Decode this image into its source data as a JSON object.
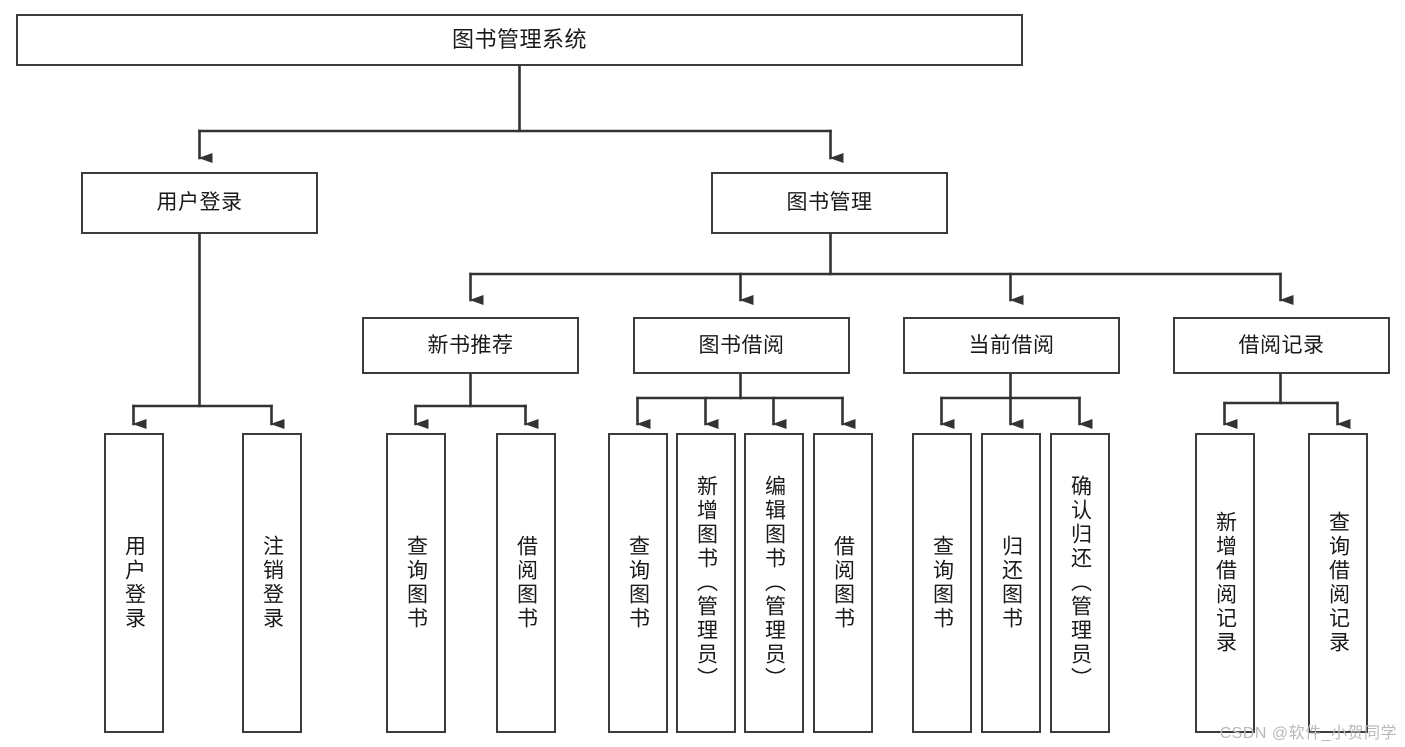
{
  "diagram": {
    "title": "图书管理系统",
    "type": "tree",
    "watermark": "CSDN @软件_小贺同学",
    "colors": {
      "box_border": "#3c3c3c",
      "box_fill": "#ffffff",
      "connector": "#333333",
      "text": "#1a1a1a",
      "watermark": "#b9b9b9"
    },
    "root": {
      "label": "图书管理系统"
    },
    "level2": [
      {
        "label": "用户登录"
      },
      {
        "label": "图书管理"
      }
    ],
    "level3": [
      {
        "label": "新书推荐"
      },
      {
        "label": "图书借阅"
      },
      {
        "label": "当前借阅"
      },
      {
        "label": "借阅记录"
      }
    ],
    "leaves": {
      "user_login": [
        {
          "label": "用户登录"
        },
        {
          "label": "注销登录"
        }
      ],
      "new_book_recommend": [
        {
          "label": "查询图书"
        },
        {
          "label": "借阅图书"
        }
      ],
      "book_borrow": [
        {
          "label": "查询图书"
        },
        {
          "label": "新增图书（管理员）"
        },
        {
          "label": "编辑图书（管理员）"
        },
        {
          "label": "借阅图书"
        }
      ],
      "current_borrow": [
        {
          "label": "查询图书"
        },
        {
          "label": "归还图书"
        },
        {
          "label": "确认归还（管理员）"
        }
      ],
      "borrow_record": [
        {
          "label": "新增借阅记录"
        },
        {
          "label": "查询借阅记录"
        }
      ]
    }
  }
}
